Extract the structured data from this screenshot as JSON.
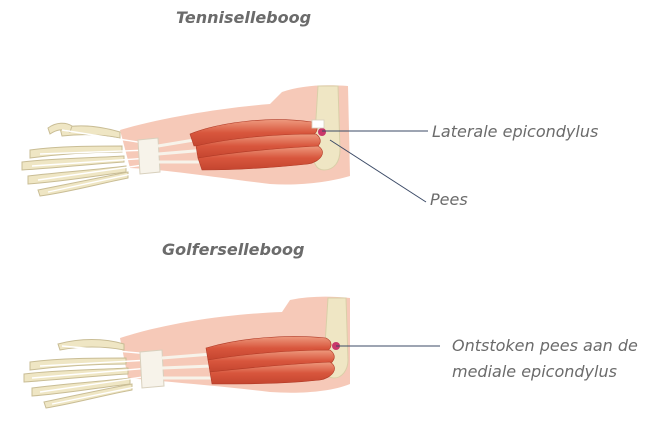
{
  "diagrams": [
    {
      "title": "Tenniselleboog",
      "labels": {
        "epicondyle": "Laterale epicondylus",
        "tendon": "Pees"
      }
    },
    {
      "title": "Golferselleboog",
      "labels": {
        "line1": "Ontstoken pees aan de",
        "line2": "mediale epicondylus"
      }
    }
  ],
  "colors": {
    "skin": "#f6c9b8",
    "bone": "#efe6c4",
    "muscle": "#d8563d",
    "muscle_light": "#ee9a7e",
    "tendon": "#f7f3ea",
    "inflamed": "#c2185b",
    "label_text": "#6b6b6b",
    "leader_line": "#3b4a66"
  }
}
